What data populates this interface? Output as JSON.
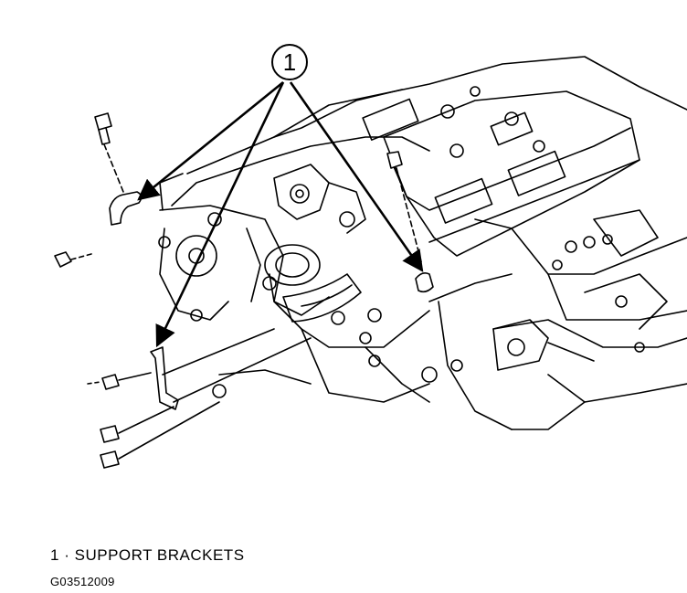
{
  "diagram": {
    "callout_number": "1",
    "legend": {
      "number": "1",
      "separator": "·",
      "label": "SUPPORT BRACKETS"
    },
    "figure_code": "G03512009"
  }
}
